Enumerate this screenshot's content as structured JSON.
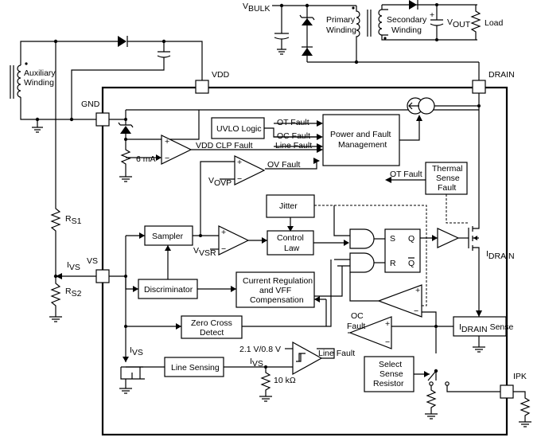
{
  "pins": {
    "vbulk": "V",
    "vbulk_sub": "BULK",
    "vdd": "VDD",
    "gnd": "GND",
    "drain": "DRAIN",
    "vs": "VS",
    "ipk": "IPK"
  },
  "windings": {
    "aux_1": "Auxiliary",
    "aux_2": "Winding",
    "primary_1": "Primary",
    "primary_2": "Winding",
    "secondary_1": "Secondary",
    "secondary_2": "Winding",
    "vout": "V",
    "vout_sub": "OUT",
    "load": "Load"
  },
  "resistors": {
    "rs1": "R",
    "rs1_sub": "S1",
    "rs2": "R",
    "rs2_sub": "S2",
    "ivs": "I",
    "ivs_sub": "VS",
    "ivs2": "I",
    "ivs2_sub": "VS",
    "ivs3": "I",
    "ivs3_sub": "VS",
    "r10k": "10 kΩ"
  },
  "blocks": {
    "uvlo": "UVLO Logic",
    "pfm_1": "Power and Fault",
    "pfm_2": "Management",
    "thermal_1": "Thermal",
    "thermal_2": "Sense",
    "thermal_3": "Fault",
    "jitter": "Jitter",
    "sampler": "Sampler",
    "control_1": "Control",
    "control_2": "Law",
    "discriminator": "Discriminator",
    "creg_1": "Current Regulation",
    "creg_2": "and VFF",
    "creg_3": "Compensation",
    "zcd_1": "Zero Cross",
    "zcd_2": "Detect",
    "idrain_sense": "Sense",
    "idrain_i": "I",
    "idrain_sub": "DRAIN",
    "line_sensing": "Line Sensing",
    "select_1": "Select",
    "select_2": "Sense",
    "select_3": "Resistor"
  },
  "signals": {
    "ot_fault": "OT Fault",
    "oc_fault": "OC Fault",
    "line_fault": "Line Fault",
    "vdd_clp": "VDD CLP Fault",
    "ov_fault": "OV Fault",
    "ot_fault2": "OT Fault",
    "six_ma": "6 mA",
    "vovp": "V",
    "vovp_sub": "OVP",
    "vvsr": "V",
    "vvsr_sub": "VSR",
    "line_fault2": "Line Fault",
    "ref_21_08": "2.1 V/0.8 V",
    "oc_fault2_1": "OC",
    "oc_fault2_2": "Fault",
    "idrain_label": "I",
    "idrain_label_sub": "DRAIN"
  },
  "latch": {
    "s": "S",
    "q": "Q",
    "r": "R",
    "qbar": "Q"
  },
  "opamp_signs": {
    "plus": "+",
    "minus": "−"
  }
}
